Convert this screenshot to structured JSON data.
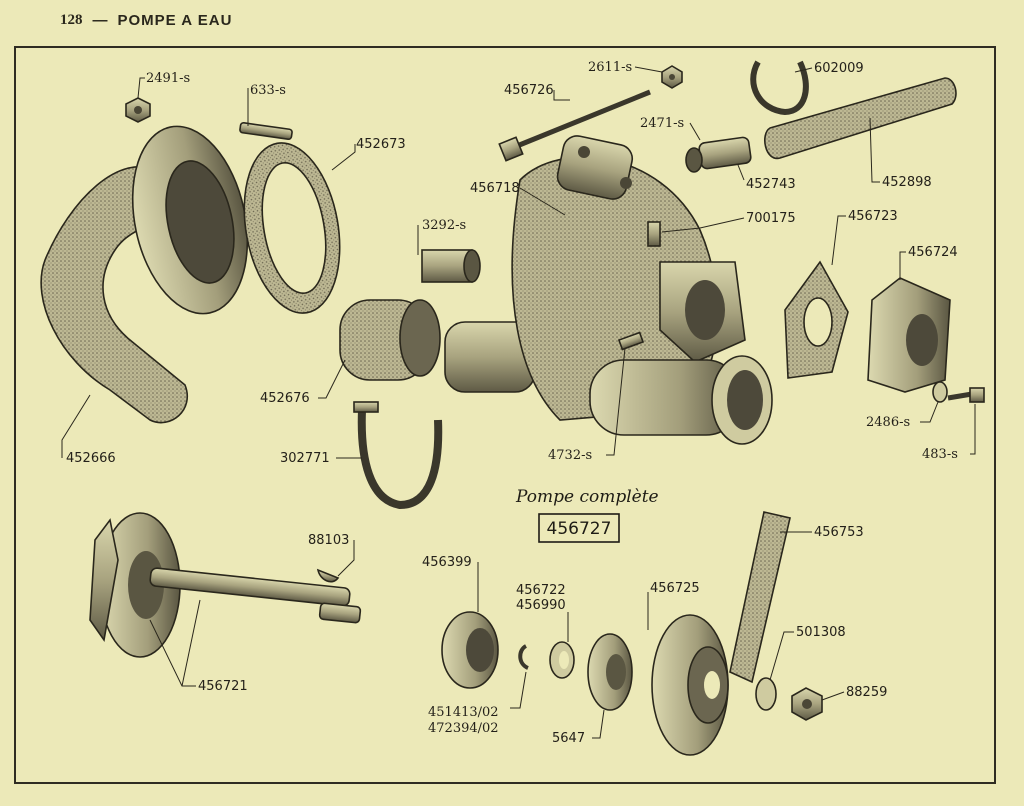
{
  "header": {
    "page_number": "128",
    "separator": "—",
    "title": "POMPE A EAU"
  },
  "caption": {
    "title": "Pompe complète",
    "part_number": "456727"
  },
  "parts": {
    "p2491": "2491-s",
    "p633": "633-s",
    "p452673": "452673",
    "p452666": "452666",
    "p3292": "3292-s",
    "p452676": "452676",
    "p302771": "302771",
    "p456726": "456726",
    "p2611": "2611-s",
    "p2471": "2471-s",
    "p456718": "456718",
    "p452743": "452743",
    "p700175": "700175",
    "p602009": "602009",
    "p452898": "452898",
    "p456723": "456723",
    "p456724": "456724",
    "p2486": "2486-s",
    "p483": "483-s",
    "p4732": "4732-s",
    "p88103": "88103",
    "p456721": "456721",
    "p456399": "456399",
    "p456722": "456722",
    "p456990": "456990",
    "p451413": "451413/02",
    "p472394": "472394/02",
    "p5647": "5647",
    "p456725": "456725",
    "p456753": "456753",
    "p501308": "501308",
    "p88259": "88259"
  }
}
